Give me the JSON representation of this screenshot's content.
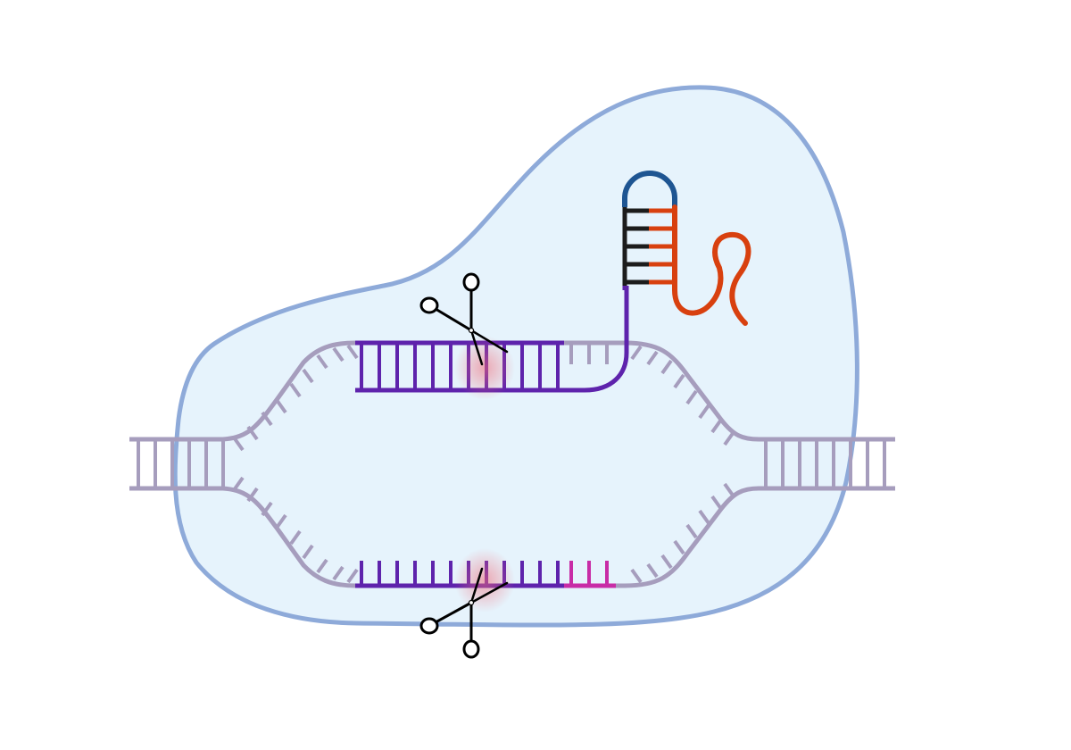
{
  "diagram": {
    "components": [
      "cas9-protein-body",
      "target-dna-duplex",
      "guide-rna-spacer",
      "guide-rna-tracrrna-hairpin",
      "pam-sequence",
      "cleavage-site-upper",
      "cleavage-site-lower"
    ],
    "colors": {
      "protein_fill": "#e6f3fc",
      "protein_outline": "#8eaad9",
      "dna_strand": "#a69dbd",
      "guide_rna": "#5e23ac",
      "pam": "#c82ca6",
      "stem_loop": "#1e5592",
      "stem_left": "#1c1c1c",
      "tracr_rna": "#d8400f",
      "cut_glow": "#f06a78",
      "scissors": "#000000"
    }
  }
}
